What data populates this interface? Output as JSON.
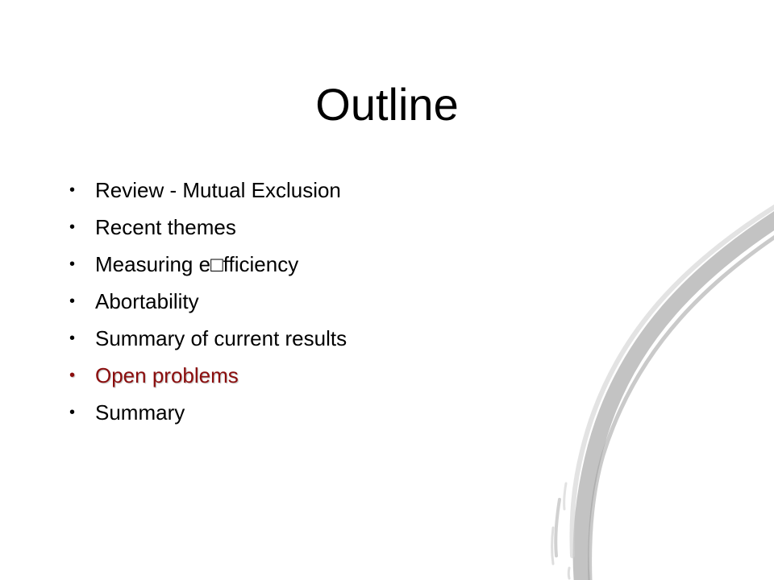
{
  "slide": {
    "title": "Outline",
    "bullet_symbol": "•",
    "items": [
      {
        "text": "Review - Mutual Exclusion",
        "highlighted": false
      },
      {
        "text": "Recent themes",
        "highlighted": false
      },
      {
        "text": "Measuring e□fficiency",
        "highlighted": false
      },
      {
        "text": "Abortability",
        "highlighted": false
      },
      {
        "text": "Summary of current results",
        "highlighted": false
      },
      {
        "text": "Open problems",
        "highlighted": true
      },
      {
        "text": "Summary",
        "highlighted": false
      }
    ]
  },
  "colors": {
    "text": "#000000",
    "accent": "#8b0d0d",
    "brush": "#bdbdbd",
    "background": "#ffffff"
  }
}
